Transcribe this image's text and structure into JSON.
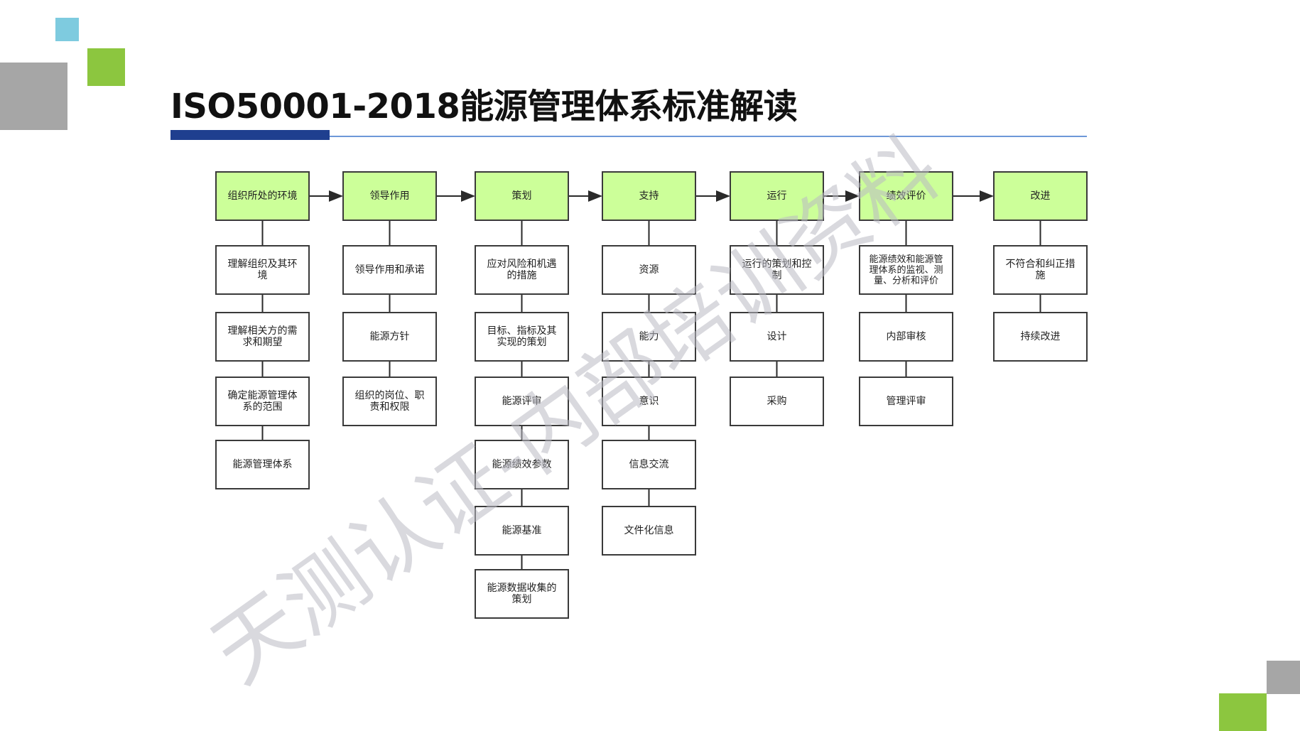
{
  "title": "ISO50001-2018能源管理体系标准解读",
  "colors": {
    "teal": "#7ecbdf",
    "green": "#8cc63f",
    "gray": "#a6a6a6",
    "navy": "#1f3f8f",
    "rule": "#6d98d8",
    "header_fill": "#ccff99"
  },
  "watermark": "天测认证-内部培训资料",
  "columns": [
    {
      "header": "组织所处的环境",
      "items": [
        "理解组织及其环境",
        "理解相关方的需求和期望",
        "确定能源管理体系的范围",
        "能源管理体系"
      ]
    },
    {
      "header": "领导作用",
      "items": [
        "领导作用和承诺",
        "能源方针",
        "组织的岗位、职责和权限"
      ]
    },
    {
      "header": "策划",
      "items": [
        "应对风险和机遇的措施",
        "目标、指标及其实现的策划",
        "能源评审",
        "能源绩效参数",
        "能源基准",
        "能源数据收集的策划"
      ]
    },
    {
      "header": "支持",
      "items": [
        "资源",
        "能力",
        "意识",
        "信息交流",
        "文件化信息"
      ]
    },
    {
      "header": "运行",
      "items": [
        "运行的策划和控制",
        "设计",
        "采购"
      ]
    },
    {
      "header": "绩效评价",
      "items": [
        "能源绩效和能源管理体系的监视、测量、分析和评价",
        "内部审核",
        "管理评审"
      ]
    },
    {
      "header": "改进",
      "items": [
        "不符合和纠正措施",
        "持续改进"
      ]
    }
  ]
}
